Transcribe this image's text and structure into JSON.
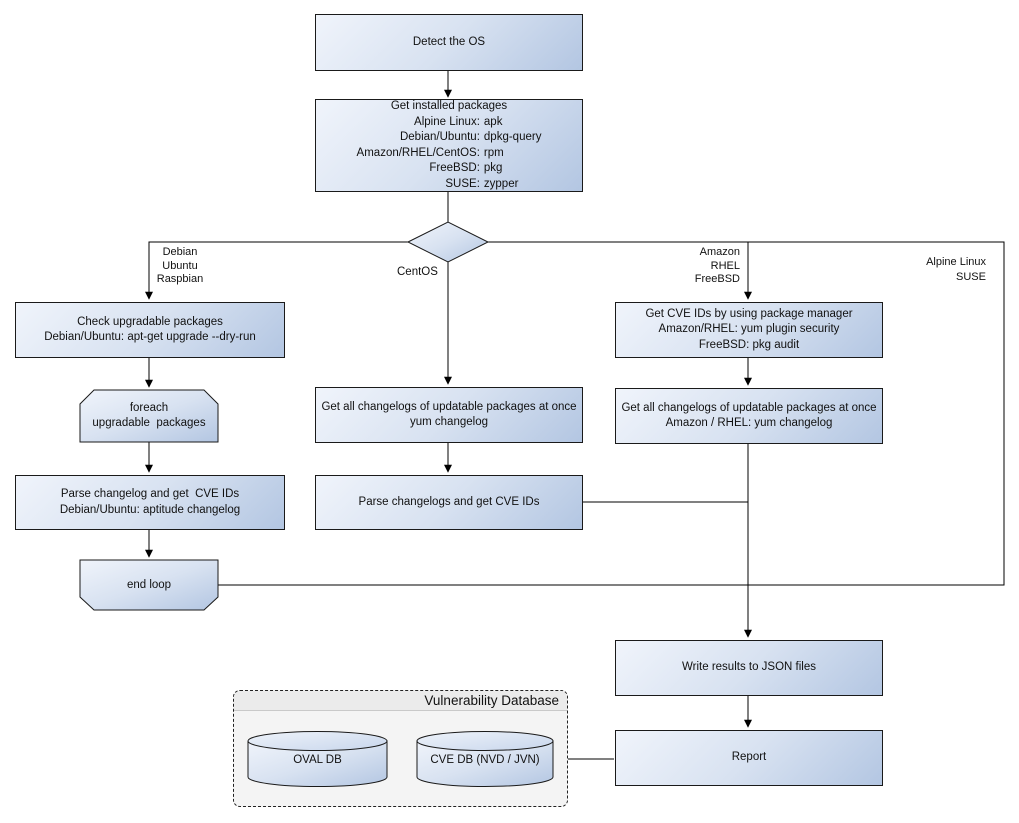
{
  "diagram": {
    "nodes": {
      "detect_os": {
        "lines": [
          "Detect the OS"
        ]
      },
      "get_installed_packages": {
        "header": "Get installed packages",
        "entries": [
          {
            "k": "Alpine Linux:",
            "v": "apk"
          },
          {
            "k": "Debian/Ubuntu:",
            "v": "dpkg-query"
          },
          {
            "k": "Amazon/RHEL/CentOS:",
            "v": "rpm"
          },
          {
            "k": "FreeBSD:",
            "v": "pkg"
          },
          {
            "k": "SUSE:",
            "v": "zypper"
          }
        ]
      },
      "check_upgradable": {
        "lines": [
          "Check upgradable packages",
          "Debian/Ubuntu: apt-get upgrade --dry-run"
        ]
      },
      "foreach_loop": {
        "lines": [
          "foreach",
          "upgradable  packages"
        ]
      },
      "parse_changelog_deb": {
        "lines": [
          "Parse changelog and get  CVE IDs",
          "Debian/Ubuntu: aptitude changelog"
        ]
      },
      "end_loop": {
        "lines": [
          "end loop"
        ]
      },
      "get_changelogs_centos": {
        "lines": [
          "Get all changelogs of updatable packages at once",
          "yum changelog"
        ]
      },
      "parse_changelogs_centos": {
        "lines": [
          "Parse changelogs and get CVE IDs"
        ]
      },
      "get_cve_ids_pkg": {
        "lines": [
          "Get CVE IDs by using package manager",
          "Amazon/RHEL: yum plugin security",
          "FreeBSD: pkg audit"
        ]
      },
      "get_changelogs_amazon": {
        "lines": [
          "Get all changelogs of updatable packages at once",
          "Amazon / RHEL: yum changelog"
        ]
      },
      "write_results": {
        "lines": [
          "Write results to JSON files"
        ]
      },
      "report": {
        "lines": [
          "Report"
        ]
      }
    },
    "branch_labels": {
      "debian": [
        "Debian",
        "Ubuntu",
        "Raspbian"
      ],
      "centos": [
        "CentOS"
      ],
      "amazon": [
        "Amazon",
        "RHEL",
        "FreeBSD"
      ],
      "alpine": [
        "Alpine Linux",
        "SUSE"
      ]
    },
    "database_group": {
      "title": "Vulnerability Database",
      "cylinders": [
        {
          "label": "OVAL DB"
        },
        {
          "label": "CVE DB (NVD / JVN)"
        }
      ]
    },
    "colors": {
      "node_gradient_start": "#f0f4fb",
      "node_gradient_end": "#b3c6e2",
      "node_border": "#1a1a1a",
      "connector": "#000000",
      "group_fill": "#f4f4f4",
      "group_header_fill": "#ebebeb",
      "text": "#111111",
      "background": "#ffffff"
    }
  }
}
